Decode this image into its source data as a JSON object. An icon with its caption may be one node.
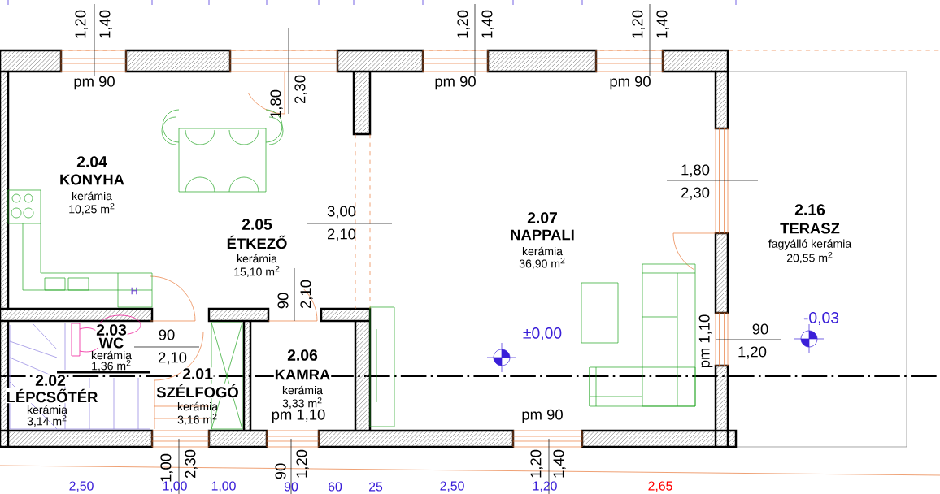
{
  "diagram": {
    "labels": [
      "1,20",
      "1,40",
      "1,20",
      "1,40",
      "1,20",
      "1,40",
      "pm 90",
      "pm 90",
      "pm 90",
      "1,80",
      "2,30",
      "2.04",
      "KONYHA",
      "kerámia",
      "10,25 m$^{2}$",
      "1,80",
      "2,30",
      "3,00",
      "2,10",
      "2.07",
      "NAPPALI",
      "kerámia",
      "36,90 m$^{2}$",
      "2.16",
      "TERASZ",
      "fagyálló kerámia",
      "20,55 m$^{2}$",
      "2.05",
      "ÉTKEZŐ",
      "kerámia",
      "15,10 m$^{2}$",
      "H",
      "90",
      "2,10",
      "-0,03",
      "2.03",
      "90",
      "±0,00",
      "90",
      "pm 1,10",
      "WC",
      "kerámia",
      "1,36 m$^{2}$",
      "1,20",
      "2,10",
      "2.06",
      "KAMRA",
      "kerámia",
      "3,33 m$^{2}$",
      "2.01",
      "SZÉLFOGÓ",
      "kerámia",
      "3,16 m$^{2}$",
      "2.02",
      "LÉPCSŐTÉR",
      "kerámia",
      "3,14 m$^{2}$",
      "pm 1,10",
      "pm 90",
      "1,00",
      "2,30",
      "90",
      "1,20",
      "1,20",
      "1,40",
      "2,50",
      "1,00",
      "1,00",
      "90",
      "60",
      "25",
      "2,50",
      "1,20",
      "2,65"
    ]
  }
}
